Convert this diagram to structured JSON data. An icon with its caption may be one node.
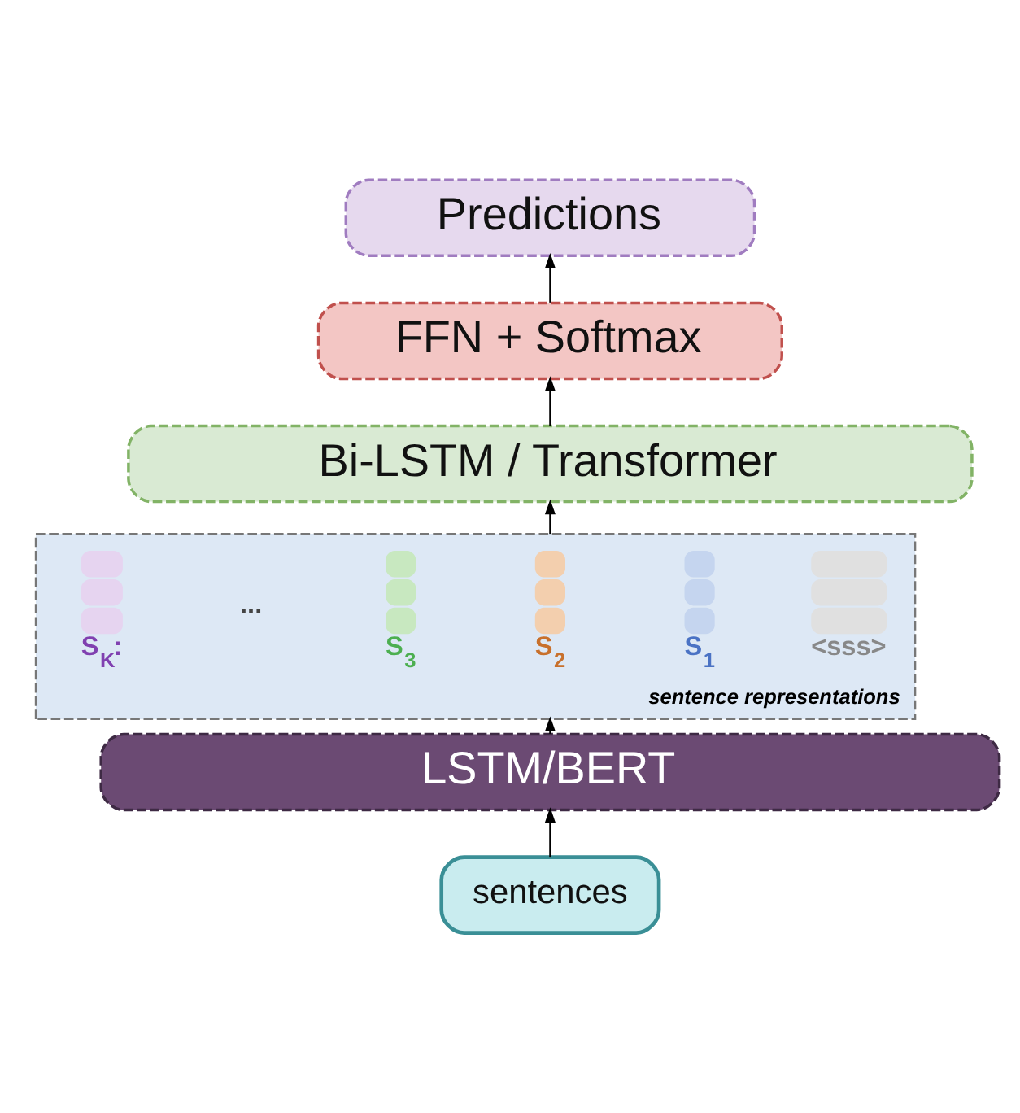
{
  "diagram": {
    "nodes": [
      {
        "text": [
          "Predictions"
        ]
      },
      {
        "text": [
          "FFN + Softmax"
        ]
      },
      {
        "text": [
          "Bi-LSTM / Transformer"
        ]
      },
      {
        "text": [
          "sentence representations"
        ]
      },
      {
        "text": [
          "<sss>"
        ],
        "in": 3
      },
      {
        "text": [
          "S$_{1}$"
        ],
        "in": 3
      },
      {
        "text": [
          "S$_{2}$"
        ],
        "in": 3
      },
      {
        "text": [
          "S$_{3}$"
        ],
        "in": 3
      },
      {
        "text": [
          "S$_{K}$:"
        ],
        "in": 3
      },
      {
        "text": [
          "LSTM/BERT"
        ]
      },
      {
        "text": [
          "sentences"
        ]
      }
    ],
    "edges": [
      {
        "from": 10,
        "to": 9,
        "arrow": "to"
      },
      {
        "from": 9,
        "to": 3,
        "arrow": "to"
      },
      {
        "from": 3,
        "to": 2,
        "arrow": "to"
      },
      {
        "from": 2,
        "to": 1,
        "arrow": "to"
      },
      {
        "from": 1,
        "to": 0,
        "arrow": "to"
      }
    ],
    "labels": [
      "..."
    ]
  }
}
